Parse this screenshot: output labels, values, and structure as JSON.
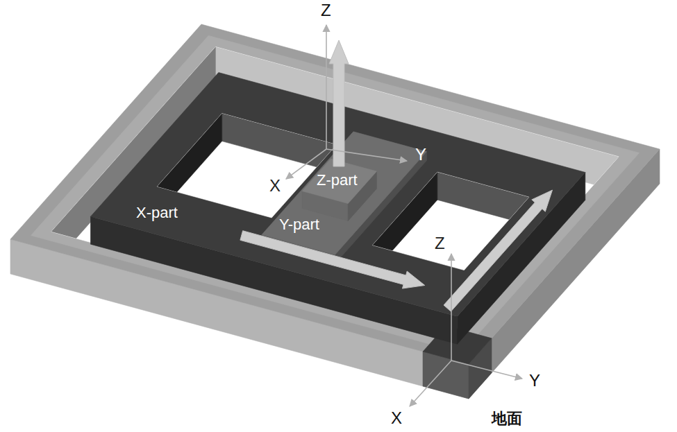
{
  "diagram": {
    "labels": [
      "Z",
      "Y",
      "X",
      "Z-part",
      "Y-part",
      "X-part",
      "Z",
      "Y",
      "X",
      "地面"
    ]
  }
}
